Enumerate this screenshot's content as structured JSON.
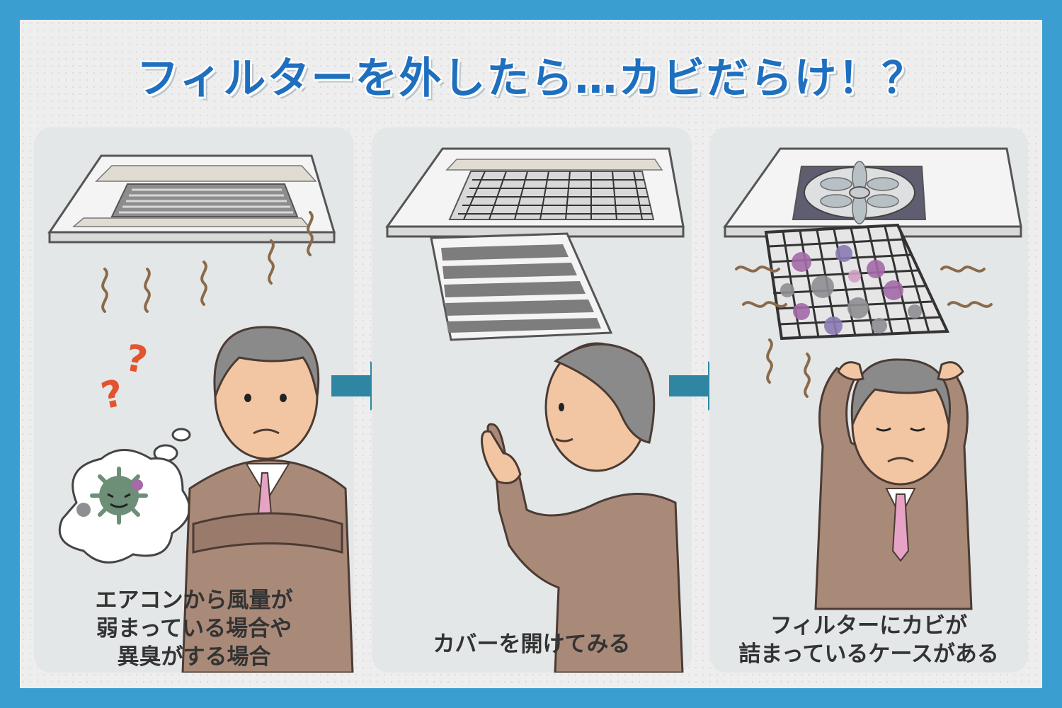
{
  "title": "フィルターを外したら…カビだらけ！？",
  "panels": [
    {
      "caption_lines": [
        "エアコンから風量が",
        "弱まっている場合や",
        "異臭がする場合"
      ]
    },
    {
      "caption_lines": [
        "カバーを開けてみる"
      ]
    },
    {
      "caption_lines": [
        "フィルターにカビが",
        "詰まっているケースがある"
      ]
    }
  ],
  "colors": {
    "frame": "#3a9fd0",
    "title": "#1f6fbf",
    "arrow": "#2f86a3",
    "question_mark": "#e4532f",
    "suit": "#a98a79",
    "tie": "#e6a3c6",
    "mold_purple": "#a46aa9",
    "mold_grey": "#8f8f93"
  }
}
